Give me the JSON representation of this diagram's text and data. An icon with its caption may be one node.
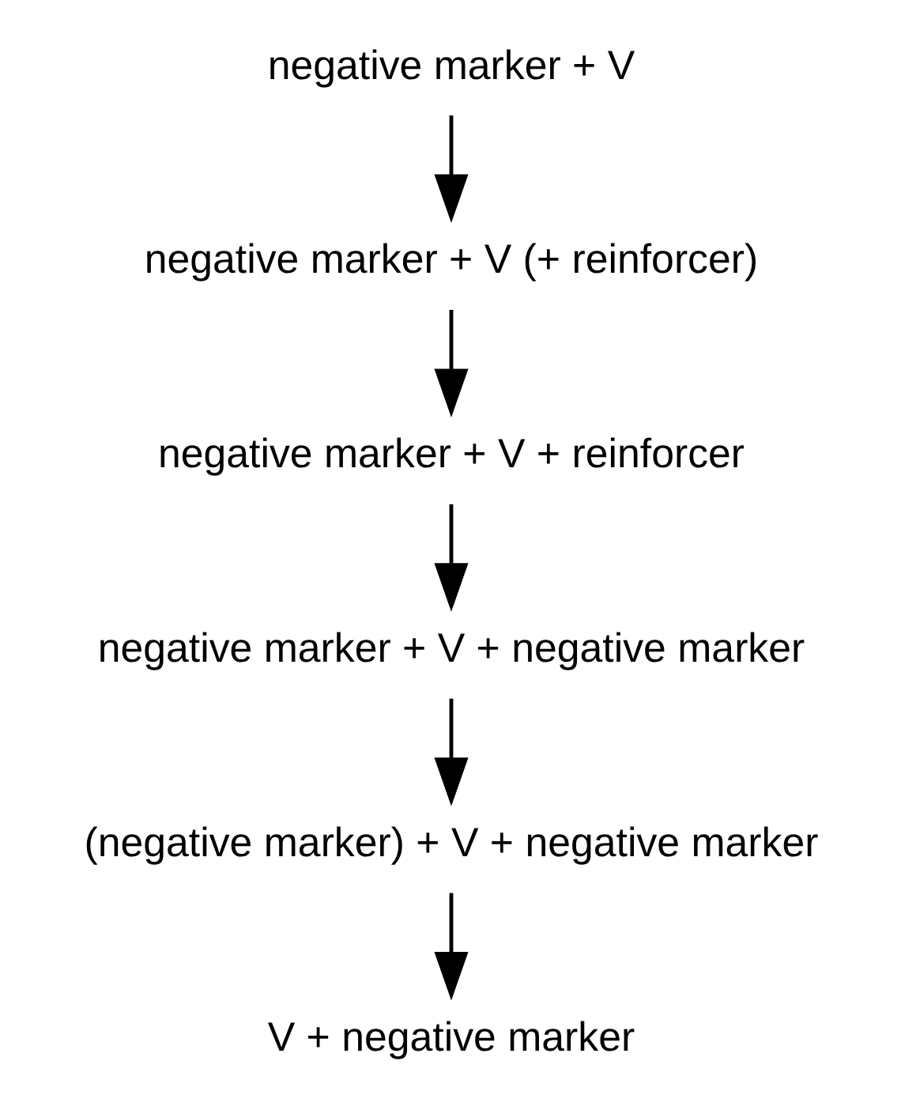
{
  "diagram": {
    "nodes": [
      {
        "text": [
          "negative marker + V"
        ]
      },
      {
        "text": [
          "negative marker + V (+ reinforcer)"
        ]
      },
      {
        "text": [
          "negative marker + V + reinforcer"
        ]
      },
      {
        "text": [
          "negative marker + V + negative marker"
        ]
      },
      {
        "text": [
          "(negative marker) + V + negative marker"
        ]
      },
      {
        "text": [
          "V + negative marker"
        ]
      }
    ],
    "edges": [
      {
        "from": 0,
        "to": 1,
        "arrow": "to"
      },
      {
        "from": 1,
        "to": 2,
        "arrow": "to"
      },
      {
        "from": 2,
        "to": 3,
        "arrow": "to"
      },
      {
        "from": 3,
        "to": 4,
        "arrow": "to"
      },
      {
        "from": 4,
        "to": 5,
        "arrow": "to"
      }
    ]
  }
}
